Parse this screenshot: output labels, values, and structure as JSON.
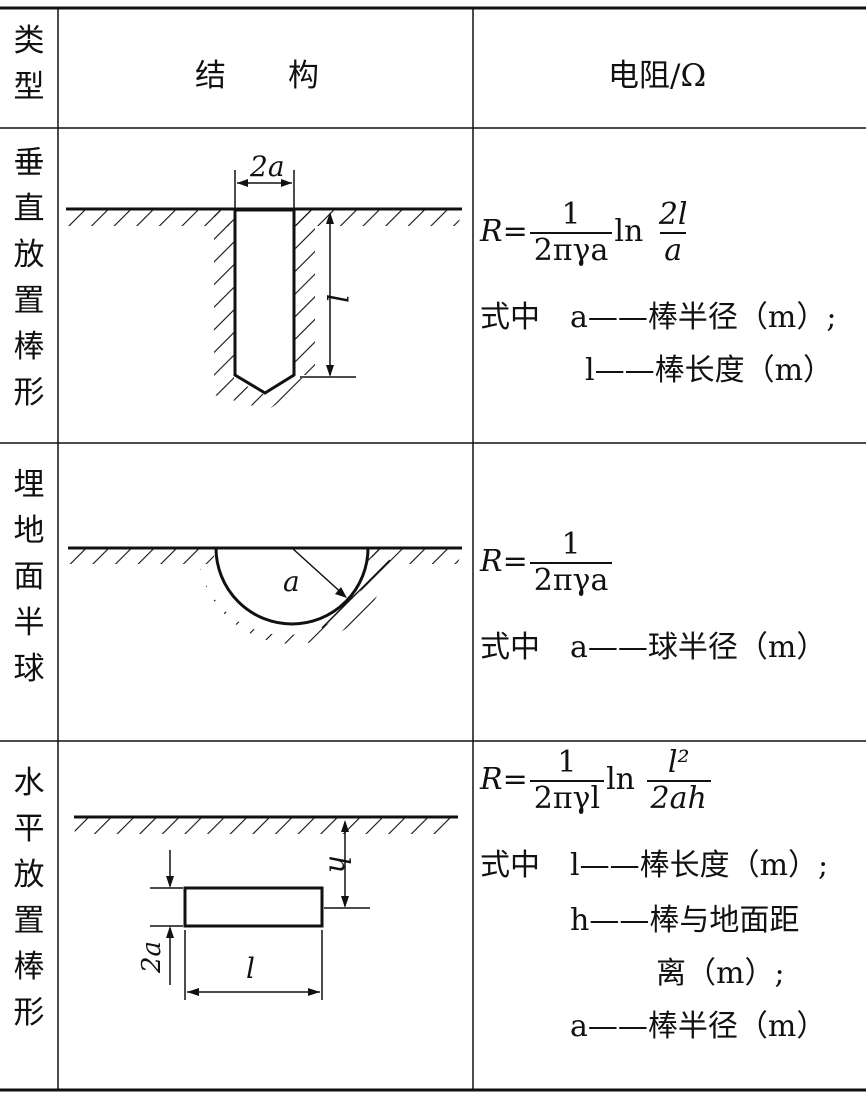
{
  "table": {
    "header": {
      "type": "类型",
      "structure": "结　　构",
      "resistance": "电阻/Ω"
    },
    "rows": [
      {
        "type_chars": [
          "垂",
          "直",
          "放",
          "置",
          "棒",
          "形"
        ],
        "diagram_labels": {
          "width": "2a",
          "length": "l"
        },
        "formula": {
          "lhs": "R",
          "eq": "=",
          "frac1_num": "1",
          "frac1_den": "2πγa",
          "ln": "ln",
          "frac2_num": "2l",
          "frac2_den": "a"
        },
        "where_lines": [
          "式中　a——棒半径（m）;",
          "l——棒长度（m）"
        ]
      },
      {
        "type_chars": [
          "埋",
          "地",
          "面",
          "半",
          "球"
        ],
        "diagram_labels": {
          "radius": "a"
        },
        "formula": {
          "lhs": "R",
          "eq": "=",
          "frac1_num": "1",
          "frac1_den": "2πγa"
        },
        "where_lines": [
          "式中　a——球半径（m）"
        ]
      },
      {
        "type_chars": [
          "水",
          "平",
          "放",
          "置",
          "棒",
          "形"
        ],
        "diagram_labels": {
          "depth": "h",
          "thickness": "2a",
          "length": "l"
        },
        "formula": {
          "lhs": "R",
          "eq": "=",
          "frac1_num": "1",
          "frac1_den": "2πγl",
          "ln": "ln",
          "frac2_num": "l²",
          "frac2_den": "2ah"
        },
        "where_lines": [
          "式中　l——棒长度（m）;",
          "h——棒与地面距",
          "离（m）;",
          "a——棒半径（m）"
        ]
      }
    ]
  }
}
